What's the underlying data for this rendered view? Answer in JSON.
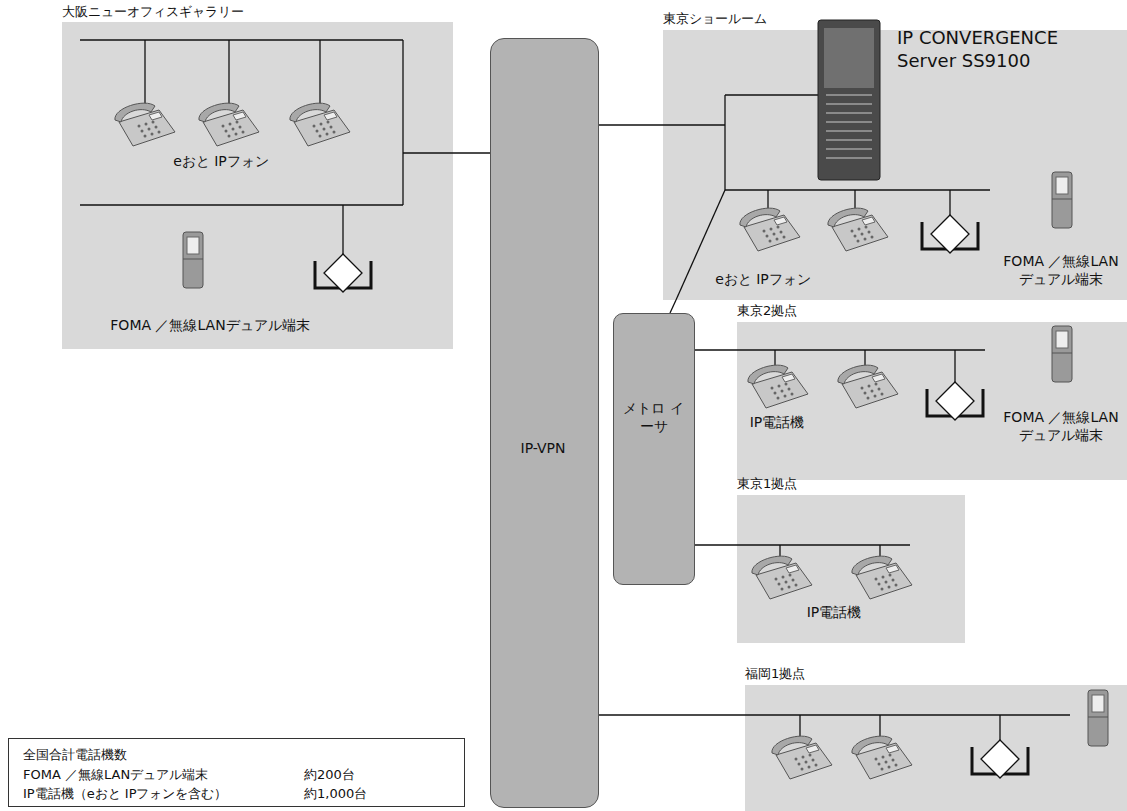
{
  "diagram": {
    "nodes": [
      {
        "text": [
          "大阪ニューオフィスギャラリー",
          "eおと IPフォン",
          "FOMA ／無線LANデュアル端末"
        ]
      },
      {
        "text": [
          "IP-VPN"
        ]
      },
      {
        "text": [
          "東京ショールーム",
          "IP CONVERGENCE Server SS9100",
          "eおと IPフォン",
          "FOMA ／無線LAN デュアル端末"
        ]
      },
      {
        "text": [
          "メトロ イーサ"
        ]
      },
      {
        "text": [
          "東京2拠点",
          "IP電話機",
          "FOMA ／無線LAN デュアル端末"
        ]
      },
      {
        "text": [
          "東京1拠点",
          "IP電話機"
        ]
      },
      {
        "text": [
          "福岡1拠点"
        ]
      },
      {
        "text": [
          "全国合計電話機数",
          "FOMA ／無線LANデュアル端末",
          "約200台",
          "IP電話機（eおと IPフォンを含む）",
          "約1,000台"
        ]
      }
    ],
    "edges": [
      {
        "from": 0,
        "to": 1,
        "arrow": "none"
      },
      {
        "from": 1,
        "to": 2,
        "arrow": "none"
      },
      {
        "from": 2,
        "to": 3,
        "arrow": "none"
      },
      {
        "from": 3,
        "to": 4,
        "arrow": "none"
      },
      {
        "from": 3,
        "to": 5,
        "arrow": "none"
      },
      {
        "from": 1,
        "to": 6,
        "arrow": "none"
      }
    ]
  }
}
